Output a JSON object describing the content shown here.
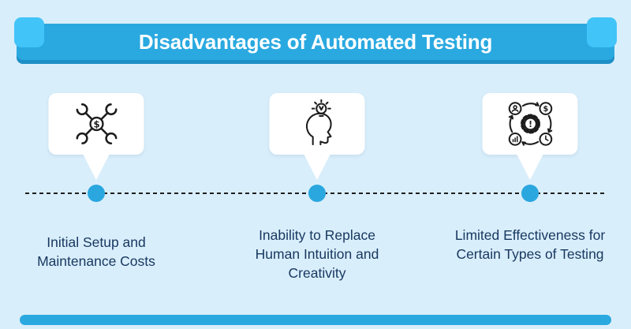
{
  "page": {
    "bg_color": "#d9eefb"
  },
  "header": {
    "title": "Disadvantages of Automated Testing",
    "bar_color": "#2aa9e0",
    "tab_color": "#41c4f8",
    "shadow_color": "#1d8fc6",
    "title_color": "#ffffff"
  },
  "timeline": {
    "style": "dashed",
    "line_color": "#1e1e1e",
    "dot_color": "#2aa7df",
    "dot_count": 3
  },
  "items": [
    {
      "label": "Initial Setup and Maintenance Costs",
      "icon": "wrench-dollar-icon"
    },
    {
      "label": "Inability to Replace Human Intuition and Creativity",
      "icon": "head-lightbulb-icon"
    },
    {
      "label": "Limited Effectiveness for Certain Types of Testing",
      "icon": "gear-cycle-icon"
    }
  ],
  "glyphs": {
    "dollar": "$",
    "alert": "!"
  },
  "label_color": "#16375f",
  "footer": {
    "bar_color": "#2aa9e0"
  }
}
